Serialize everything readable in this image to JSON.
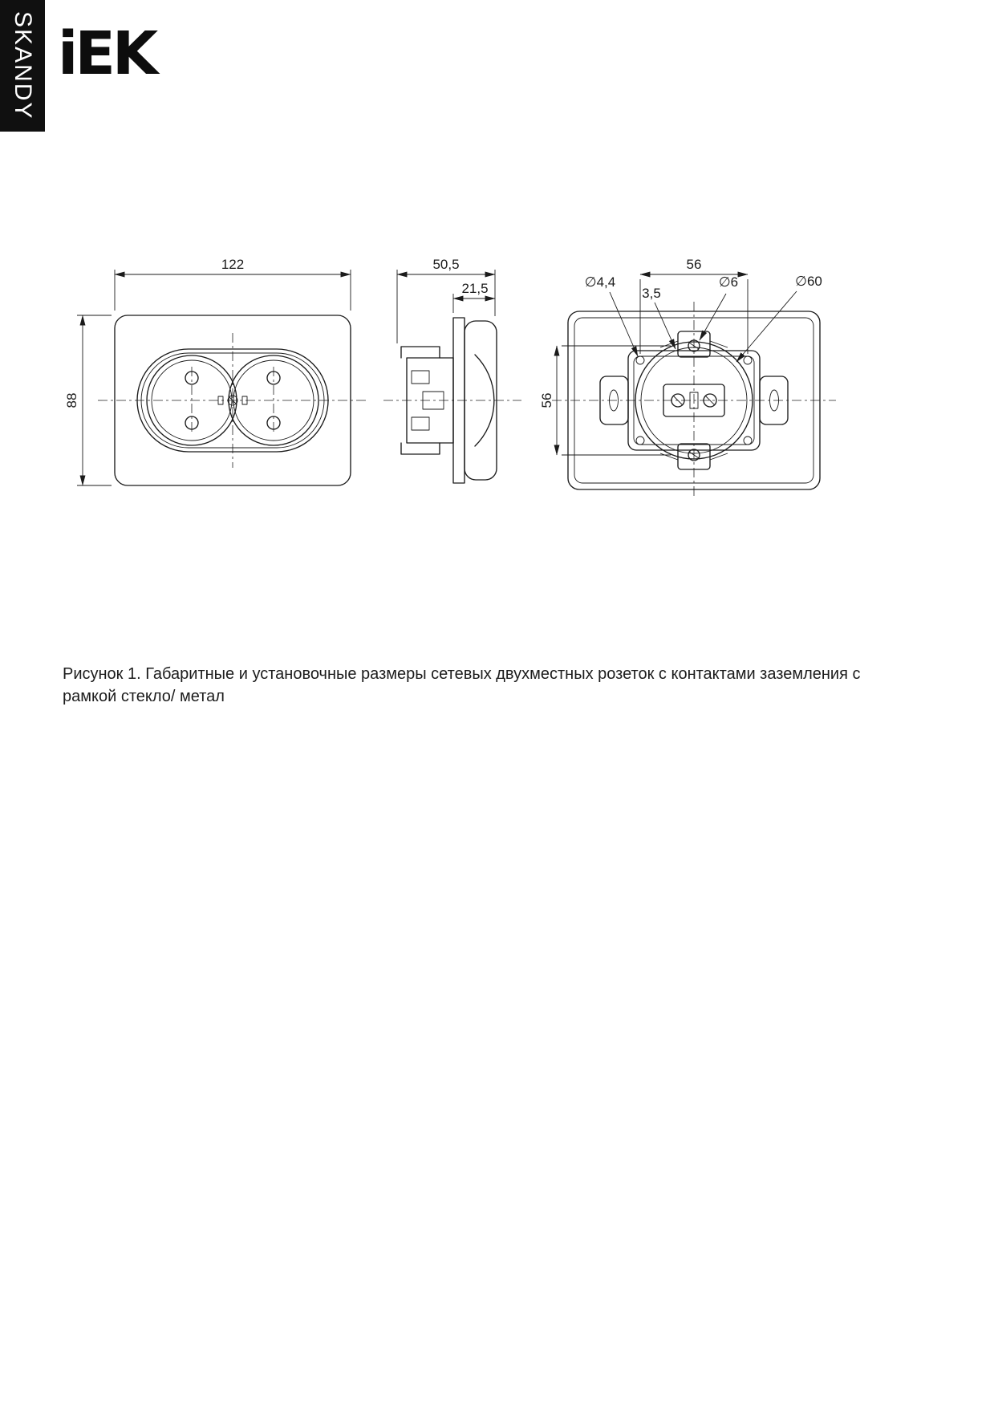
{
  "sidebar": {
    "series": "SKANDY"
  },
  "brand": {
    "logo_text": "iEK"
  },
  "figure": {
    "caption": "Рисунок 1. Габаритные и установочные размеры сетевых двухместных розеток с контактами заземления с рамкой стекло/ метал",
    "front_view": {
      "width": "122",
      "height": "88"
    },
    "side_view": {
      "total_depth": "50,5",
      "front_protrusion": "21,5"
    },
    "back_view": {
      "mount_hole_span_horizontal": "56",
      "claw_screw_diameter": "∅4,4",
      "plate_offset": "3,5",
      "fixing_hole_diameter": "∅6",
      "box_diameter": "∅60",
      "mount_hole_span_vertical": "56"
    }
  }
}
